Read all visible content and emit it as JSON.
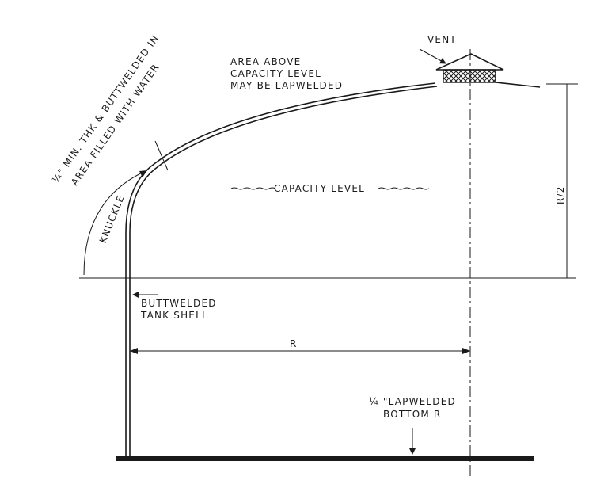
{
  "diagram": {
    "labels": {
      "vent": "VENT",
      "area_above_1": "AREA ABOVE",
      "area_above_2": "CAPACITY LEVEL",
      "area_above_3": "MAY BE LAPWELDED",
      "min_thk_1": "¼\" MIN. THK & BUTTWELDED IN",
      "min_thk_2": "AREA FILLED WITH WATER",
      "knuckle": "KNUCKLE",
      "capacity_level": "CAPACITY  LEVEL",
      "r_half": "R/2",
      "buttwelded_1": "BUTTWELDED",
      "buttwelded_2": "TANK SHELL",
      "radius": "R",
      "lap_bottom_1": "¼ \"LAPWELDED",
      "lap_bottom_2": "BOTTOM R"
    },
    "colors": {
      "ink": "#1a1a1a",
      "background": "#ffffff"
    }
  }
}
